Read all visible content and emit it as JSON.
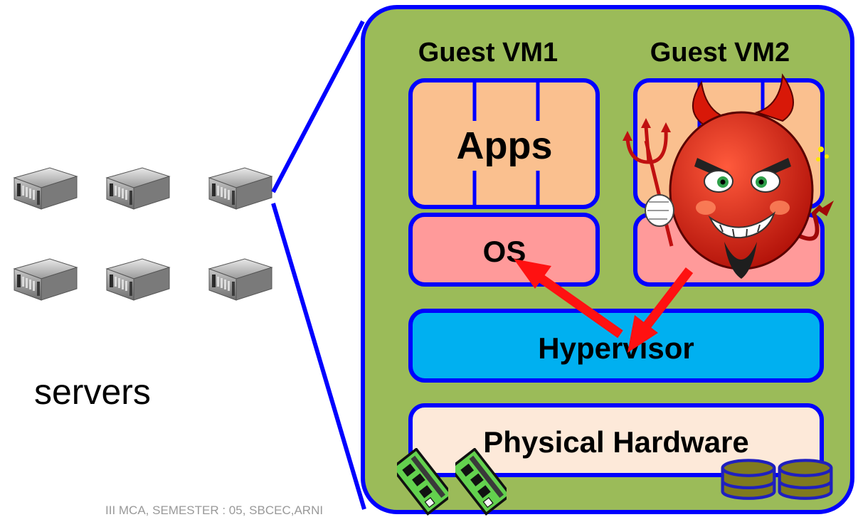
{
  "vm1": {
    "title": "Guest VM1",
    "apps_label": "Apps",
    "os_label": "OS"
  },
  "vm2": {
    "title": "Guest VM2"
  },
  "hypervisor_label": "Hypervisor",
  "hardware_label": "Physical Hardware",
  "servers_label": "servers",
  "footer_text": "III MCA, SEMESTER : 05, SBCEC,ARNI",
  "colors": {
    "host_fill": "#9bbb59",
    "border_blue": "#0000ff",
    "apps_fill": "#fac08f",
    "os_fill": "#ff9a9a",
    "hypervisor_fill": "#00b0f0",
    "hardware_fill": "#fde9d9",
    "attack_arrow": "#ff0000",
    "devil_red": "#e02010"
  },
  "icons": [
    "server-rack-icon",
    "devil-attacker-icon",
    "network-card-icon",
    "disk-storage-icon"
  ]
}
